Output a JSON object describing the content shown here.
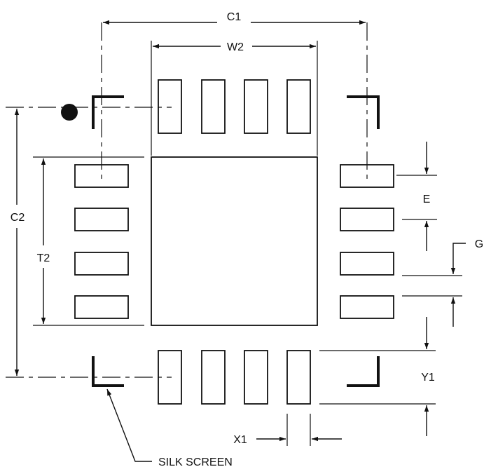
{
  "labels": {
    "c1": "C1",
    "w2": "W2",
    "c2": "C2",
    "t2": "T2",
    "e": "E",
    "g": "G",
    "y1": "Y1",
    "x1": "X1",
    "silk_screen": "SILK SCREEN"
  },
  "colors": {
    "ink": "#111111",
    "background": "#ffffff"
  },
  "pads": {
    "top_count": 4,
    "bottom_count": 4,
    "left_count": 4,
    "right_count": 4,
    "exposed_pad": true
  }
}
